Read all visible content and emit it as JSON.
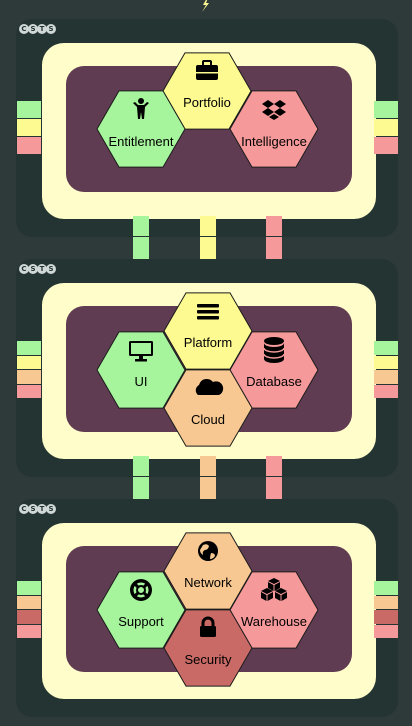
{
  "badge_letters": [
    "C",
    "S",
    "T",
    "S"
  ],
  "colors": {
    "background": "#2e3a3a",
    "panel": "#243433",
    "outer_frame": "#fffdc9",
    "inner_frame": "#603c52",
    "yellow": "#fcfa91",
    "green": "#a6f49b",
    "red": "#f5999a",
    "orange": "#f7c891",
    "dark_red": "#c96a66",
    "bolt": "#fcfa91"
  },
  "tiers": [
    {
      "hexes": [
        {
          "label": "Portfolio",
          "icon": "briefcase-icon",
          "color": "yellow"
        },
        {
          "label": "Entitlement",
          "icon": "person-icon",
          "color": "green"
        },
        {
          "label": "Intelligence",
          "icon": "dropbox-icon",
          "color": "red"
        }
      ]
    },
    {
      "hexes": [
        {
          "label": "Platform",
          "icon": "menu-icon",
          "color": "yellow"
        },
        {
          "label": "UI",
          "icon": "monitor-icon",
          "color": "green"
        },
        {
          "label": "Database",
          "icon": "database-icon",
          "color": "red"
        },
        {
          "label": "Cloud",
          "icon": "cloud-icon",
          "color": "orange"
        }
      ]
    },
    {
      "hexes": [
        {
          "label": "Network",
          "icon": "globe-icon",
          "color": "orange"
        },
        {
          "label": "Support",
          "icon": "lifebuoy-icon",
          "color": "green"
        },
        {
          "label": "Warehouse",
          "icon": "cubes-icon",
          "color": "red"
        },
        {
          "label": "Security",
          "icon": "lock-icon",
          "color": "dark_red"
        }
      ]
    }
  ]
}
